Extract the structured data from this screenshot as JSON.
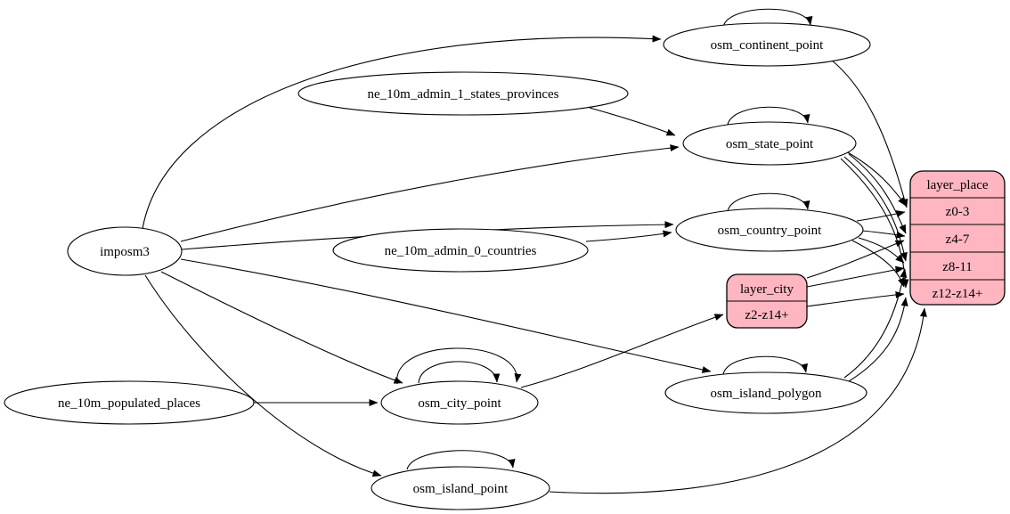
{
  "diagram_type": "etl-graph",
  "colors": {
    "layer_record_fill": "#ffb6c1",
    "table_node_fill": "#ffffff",
    "edge_stroke": "#000000",
    "background": "#ffffff"
  },
  "nodes": {
    "imposm3": {
      "label": "imposm3",
      "shape": "ellipse"
    },
    "ne_10m_admin_1_states_provinces": {
      "label": "ne_10m_admin_1_states_provinces",
      "shape": "ellipse"
    },
    "ne_10m_admin_0_countries": {
      "label": "ne_10m_admin_0_countries",
      "shape": "ellipse"
    },
    "ne_10m_populated_places": {
      "label": "ne_10m_populated_places",
      "shape": "ellipse"
    },
    "osm_continent_point": {
      "label": "osm_continent_point",
      "shape": "ellipse"
    },
    "osm_state_point": {
      "label": "osm_state_point",
      "shape": "ellipse"
    },
    "osm_country_point": {
      "label": "osm_country_point",
      "shape": "ellipse"
    },
    "osm_city_point": {
      "label": "osm_city_point",
      "shape": "ellipse"
    },
    "osm_island_polygon": {
      "label": "osm_island_polygon",
      "shape": "ellipse"
    },
    "osm_island_point": {
      "label": "osm_island_point",
      "shape": "ellipse"
    },
    "layer_city": {
      "label": "layer_city",
      "rows": [
        "z2-z14+"
      ],
      "shape": "record"
    },
    "layer_place": {
      "label": "layer_place",
      "rows": [
        "z0-3",
        "z4-7",
        "z8-11",
        "z12-z14+"
      ],
      "shape": "record"
    }
  },
  "edges": [
    {
      "from": "imposm3",
      "to": "osm_continent_point"
    },
    {
      "from": "imposm3",
      "to": "osm_state_point"
    },
    {
      "from": "imposm3",
      "to": "osm_country_point"
    },
    {
      "from": "imposm3",
      "to": "osm_city_point"
    },
    {
      "from": "imposm3",
      "to": "osm_island_polygon"
    },
    {
      "from": "imposm3",
      "to": "osm_island_point"
    },
    {
      "from": "ne_10m_admin_1_states_provinces",
      "to": "osm_state_point"
    },
    {
      "from": "ne_10m_admin_0_countries",
      "to": "osm_country_point"
    },
    {
      "from": "ne_10m_populated_places",
      "to": "osm_city_point"
    },
    {
      "from": "osm_continent_point",
      "to": "osm_continent_point"
    },
    {
      "from": "osm_state_point",
      "to": "osm_state_point"
    },
    {
      "from": "osm_country_point",
      "to": "osm_country_point"
    },
    {
      "from": "osm_city_point",
      "to": "osm_city_point"
    },
    {
      "from": "osm_city_point",
      "to": "osm_city_point"
    },
    {
      "from": "osm_island_polygon",
      "to": "osm_island_polygon"
    },
    {
      "from": "osm_island_point",
      "to": "osm_island_point"
    },
    {
      "from": "osm_city_point",
      "to": "layer_city:z2-z14+"
    },
    {
      "from": "osm_continent_point",
      "to": "layer_place:z0-3"
    },
    {
      "from": "osm_state_point",
      "to": "layer_place:z0-3"
    },
    {
      "from": "osm_state_point",
      "to": "layer_place:z4-7"
    },
    {
      "from": "osm_state_point",
      "to": "layer_place:z8-11"
    },
    {
      "from": "osm_state_point",
      "to": "layer_place:z12-z14+"
    },
    {
      "from": "osm_country_point",
      "to": "layer_place:z0-3"
    },
    {
      "from": "osm_country_point",
      "to": "layer_place:z4-7"
    },
    {
      "from": "osm_country_point",
      "to": "layer_place:z8-11"
    },
    {
      "from": "osm_country_point",
      "to": "layer_place:z12-z14+"
    },
    {
      "from": "layer_city",
      "to": "layer_place:z4-7"
    },
    {
      "from": "layer_city",
      "to": "layer_place:z8-11"
    },
    {
      "from": "layer_city",
      "to": "layer_place:z12-z14+"
    },
    {
      "from": "osm_island_polygon",
      "to": "layer_place:z8-11"
    },
    {
      "from": "osm_island_polygon",
      "to": "layer_place:z12-z14+"
    },
    {
      "from": "osm_island_point",
      "to": "layer_place:z12-z14+"
    }
  ]
}
